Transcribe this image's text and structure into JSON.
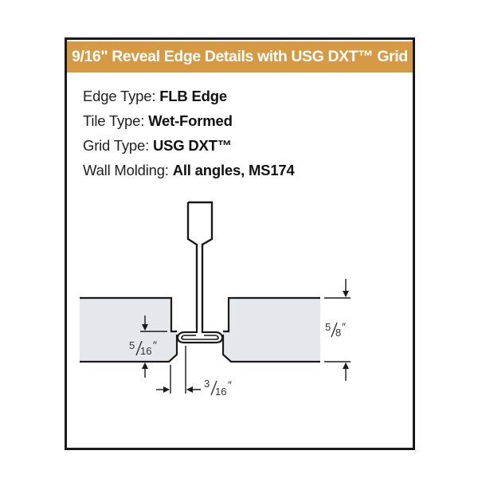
{
  "header": {
    "title": "9/16\" Reveal Edge Details with USG DXT™ Grid",
    "background_color": "#d59a43",
    "text_color": "#ffffff"
  },
  "specs": [
    {
      "label": "Edge Type: ",
      "value": "FLB Edge"
    },
    {
      "label": "Tile Type: ",
      "value": "Wet-Formed"
    },
    {
      "label": "Grid Type: ",
      "value": "USG DXT™"
    },
    {
      "label": "Wall Molding: ",
      "value": "All angles, MS174"
    }
  ],
  "diagram": {
    "tile_fill_color": "#e6e7ea",
    "line_color": "#1a1a1a",
    "dimensions": {
      "reveal_depth": {
        "num": "5",
        "den": "16",
        "unit": "″"
      },
      "tile_thickness": {
        "num": "5",
        "den": "8",
        "unit": "″"
      },
      "reveal_gap": {
        "num": "3",
        "den": "16",
        "unit": "″"
      }
    }
  }
}
